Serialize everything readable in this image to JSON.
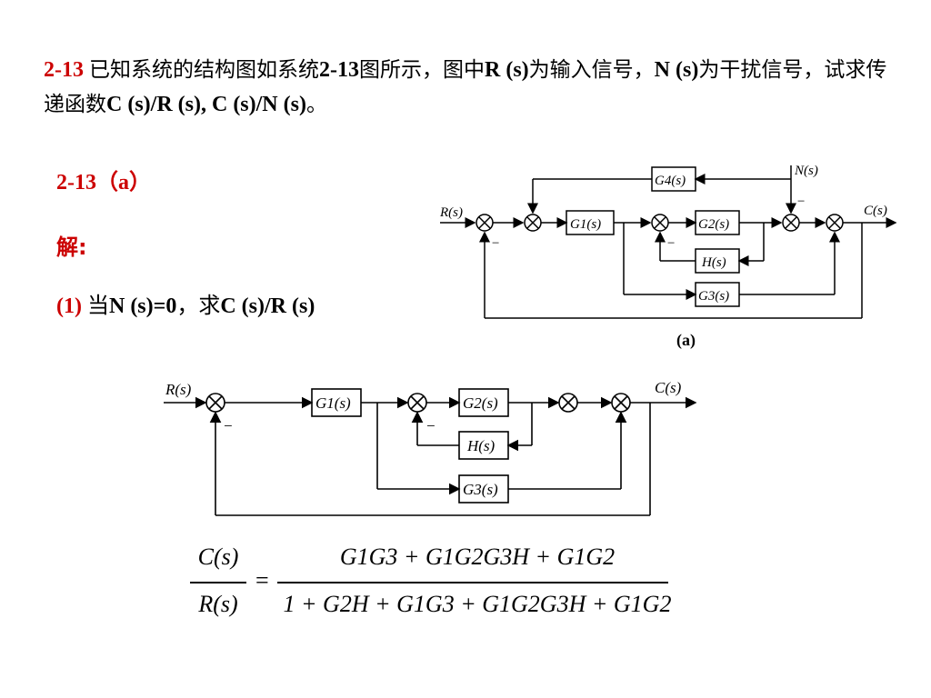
{
  "problem": {
    "number": "2-13",
    "text_cn1": "已知系统的结构图如系统",
    "ref": "2-13",
    "text_cn2": "图所示，图中",
    "r": "R (s)",
    "text_cn3": "为输入信号，",
    "n": "N (s)",
    "text_cn4": "为干扰信号，试求传递函数",
    "tf": "C (s)/R (s), C (s)/N (s)",
    "end": "。"
  },
  "subtitle": "2-13（a）",
  "solution_label": "解:",
  "step1": {
    "num": "(1)",
    "cn1": "当",
    "cond": "N (s)=0",
    "cn2": "，求",
    "target": "C (s)/R (s)"
  },
  "figure_label": "(a)",
  "diagram_a": {
    "input": "R(s)",
    "output": "C(s)",
    "disturbance": "N(s)",
    "blocks": [
      "G1(s)",
      "G2(s)",
      "H(s)",
      "G3(s)",
      "G4(s)"
    ],
    "signs": [
      "−",
      "−",
      "−"
    ]
  },
  "diagram_b": {
    "input": "R(s)",
    "output": "C(s)",
    "blocks": [
      "G1(s)",
      "G2(s)",
      "H(s)",
      "G3(s)"
    ],
    "signs": [
      "−",
      "−"
    ]
  },
  "formula": {
    "lhs_num": "C(s)",
    "lhs_den": "R(s)",
    "eq": "=",
    "rhs_num": "G1G3 + G1G2G3H + G1G2",
    "rhs_den": "1 + G2H + G1G3 + G1G2G3H + G1G2"
  }
}
